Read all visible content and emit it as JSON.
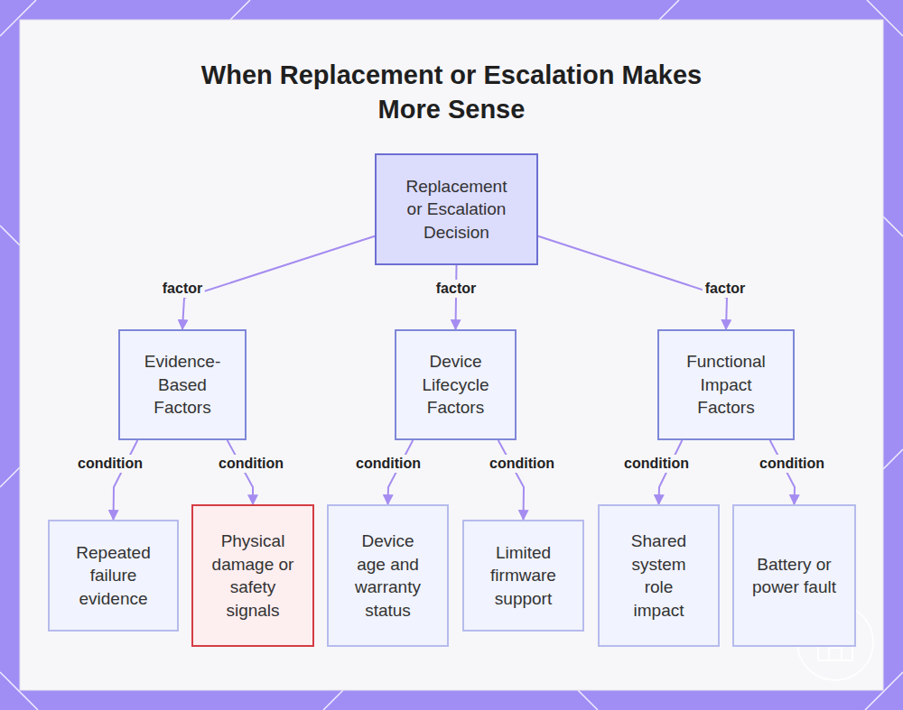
{
  "diagram": {
    "title": "When Replacement or Escalation Makes More Sense",
    "nodes": [
      {
        "text": [
          "Replacement or Escalation Decision"
        ]
      },
      {
        "text": [
          "Evidence-Based Factors"
        ]
      },
      {
        "text": [
          "Device Lifecycle Factors"
        ]
      },
      {
        "text": [
          "Functional Impact Factors"
        ]
      },
      {
        "text": [
          "Repeated failure evidence"
        ]
      },
      {
        "text": [
          "Physical damage or safety signals"
        ]
      },
      {
        "text": [
          "Device age and warranty status"
        ]
      },
      {
        "text": [
          "Limited firmware support"
        ]
      },
      {
        "text": [
          "Shared system role impact"
        ]
      },
      {
        "text": [
          "Battery or power fault"
        ]
      }
    ],
    "edges": [
      {
        "from": 0,
        "to": 1,
        "label": "factor",
        "arrow": "to"
      },
      {
        "from": 0,
        "to": 2,
        "label": "factor",
        "arrow": "to"
      },
      {
        "from": 0,
        "to": 3,
        "label": "factor",
        "arrow": "to"
      },
      {
        "from": 1,
        "to": 4,
        "label": "condition",
        "arrow": "to"
      },
      {
        "from": 1,
        "to": 5,
        "label": "condition",
        "arrow": "to"
      },
      {
        "from": 2,
        "to": 6,
        "label": "condition",
        "arrow": "to"
      },
      {
        "from": 2,
        "to": 7,
        "label": "condition",
        "arrow": "to"
      },
      {
        "from": 3,
        "to": 8,
        "label": "condition",
        "arrow": "to"
      },
      {
        "from": 3,
        "to": 9,
        "label": "condition",
        "arrow": "to"
      }
    ]
  }
}
